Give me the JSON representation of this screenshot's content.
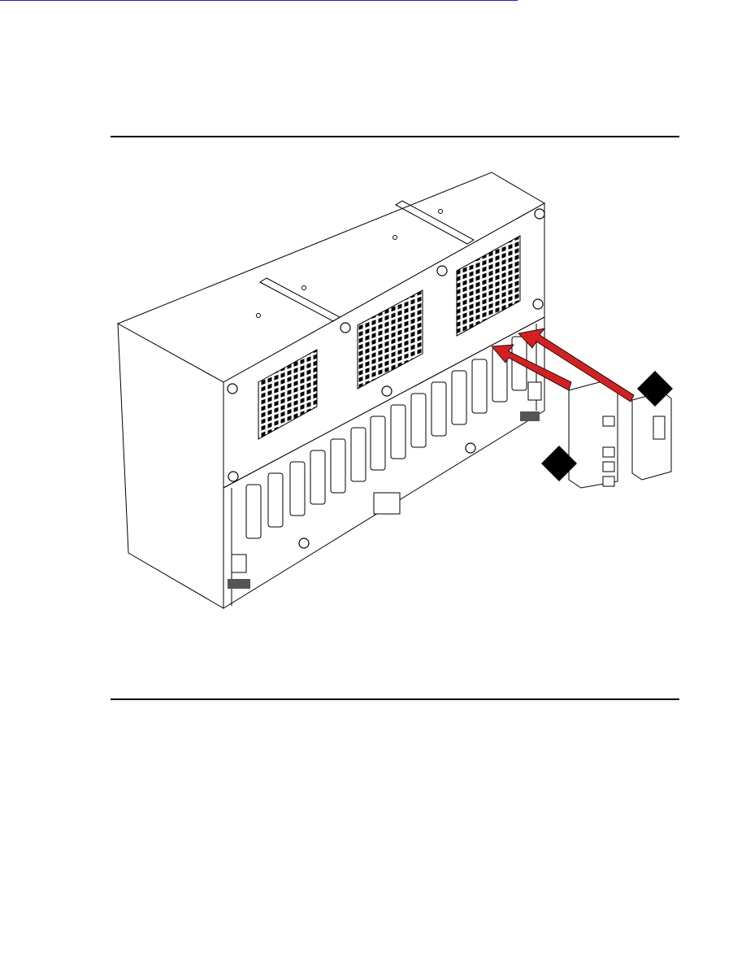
{
  "page": {
    "header_link_rule": true,
    "figure": {
      "subject": "chassis-rear-panel-with-adapter-modules",
      "callouts": [
        "callout-1-marker",
        "callout-2-marker"
      ],
      "arrow_color": "#d42020",
      "line_color": "#000000"
    }
  }
}
